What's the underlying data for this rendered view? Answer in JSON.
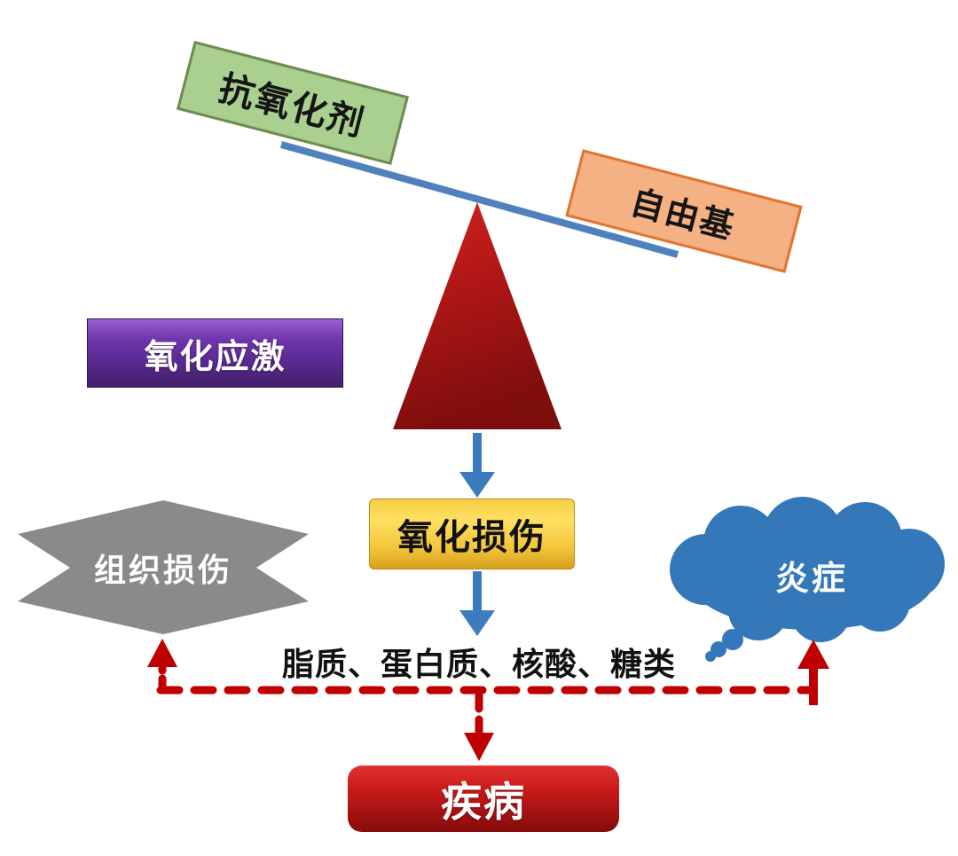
{
  "nodes": {
    "antioxidant": {
      "label": "抗氧化剂",
      "fill": "#A9D08E",
      "border": "#6E8B52"
    },
    "free_radical": {
      "label": "自由基",
      "fill": "#F4B183",
      "border": "#E0762F"
    },
    "oxidative_stress": {
      "label": "氧化应激",
      "fill": "#5A2A92"
    },
    "oxidative_damage": {
      "label": "氧化损伤",
      "fill": "#F3C53A"
    },
    "substrates": {
      "label": "脂质、蛋白质、核酸、糖类"
    },
    "tissue_damage": {
      "label": "组织损伤",
      "fill": "#8A8A8A"
    },
    "inflammation": {
      "label": "炎症",
      "fill": "#3478B9"
    },
    "disease": {
      "label": "疾病",
      "fill": "#B01212"
    }
  },
  "shapes": {
    "balance_beam": {
      "color": "#4F81BD"
    },
    "fulcrum_triangle": {
      "color_top": "#D32222",
      "color_bottom": "#7E0D0D"
    }
  },
  "connectors": {
    "solid_arrow_color": "#3C7BBE",
    "dashed_arrow_color": "#C00000"
  }
}
